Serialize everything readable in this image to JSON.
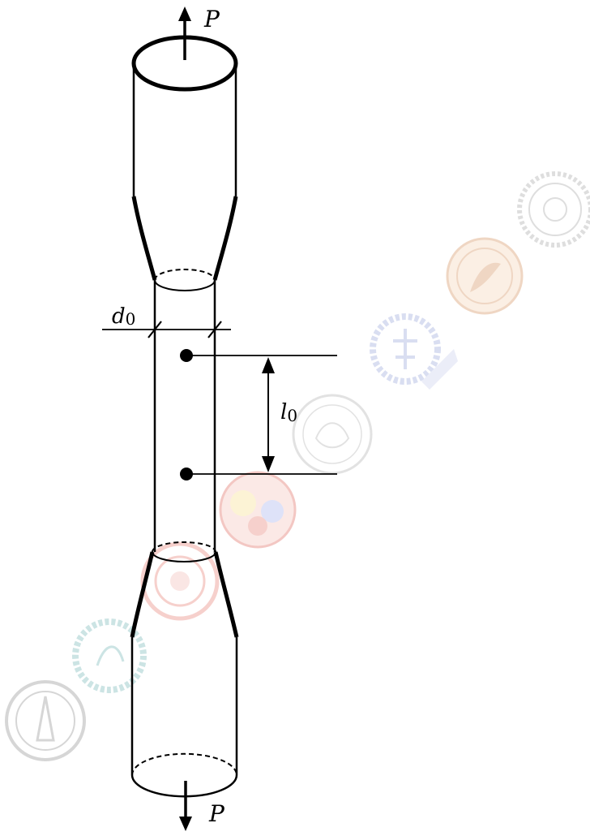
{
  "labels": {
    "load_top": "P",
    "load_bottom": "P",
    "diameter": {
      "symbol": "d",
      "subscript": "0"
    },
    "gauge_length": {
      "symbol": "l",
      "subscript": "0"
    }
  },
  "watermarks": [
    {
      "name": "iit-seal-gear-top-right",
      "color": "#8a8a8a"
    },
    {
      "name": "iit-seal-flame",
      "color": "#c8702c"
    },
    {
      "name": "iit-seal-gear-tree",
      "color": "#7a8ad0"
    },
    {
      "name": "iit-seal-lotus",
      "color": "#9a9a9a"
    },
    {
      "name": "iit-seal-yin-yang",
      "color": "#d63a2a"
    },
    {
      "name": "iit-seal-red-wheel",
      "color": "#e05a4a"
    },
    {
      "name": "iit-seal-gear-teal",
      "color": "#4aa0a0"
    },
    {
      "name": "iit-seal-tower-bottom-left",
      "color": "#707070"
    }
  ]
}
